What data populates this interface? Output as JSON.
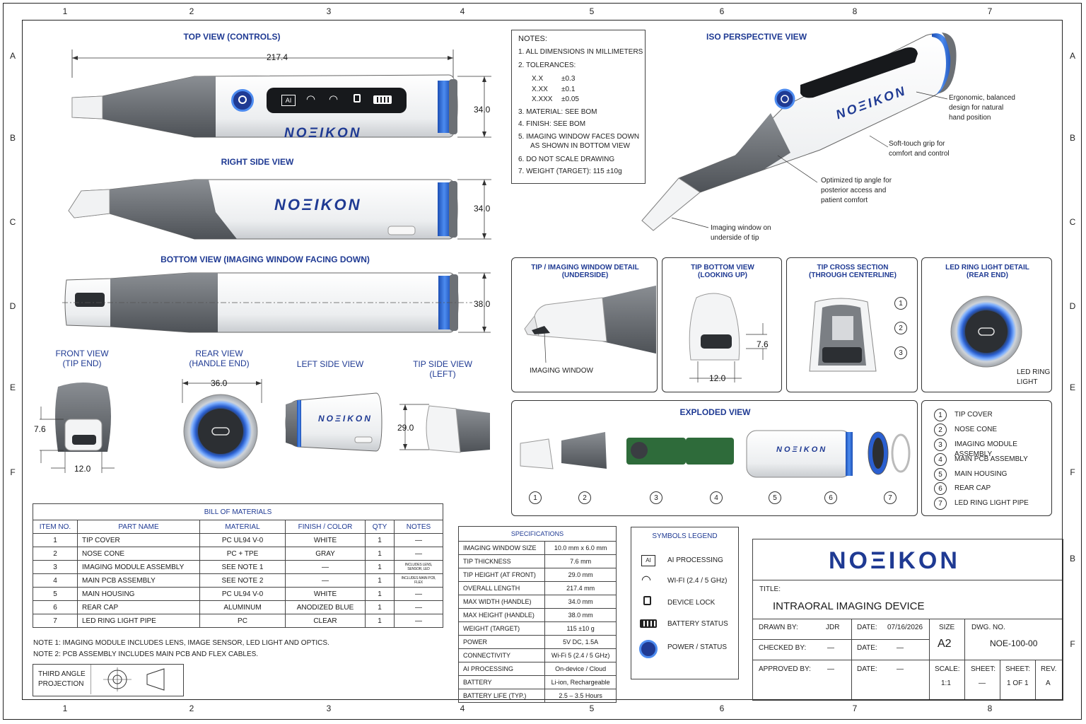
{
  "zones_top": [
    "1",
    "2",
    "3",
    "4",
    "5",
    "6",
    "8",
    "7"
  ],
  "zones_bottom": [
    "1",
    "2",
    "3",
    "4",
    "5",
    "6",
    "7",
    "8"
  ],
  "zones_left": [
    "A",
    "B",
    "C",
    "D",
    "E",
    "F"
  ],
  "zones_right": [
    "A",
    "B",
    "C",
    "D",
    "E",
    "F"
  ],
  "zones_right_lower": [
    "B",
    "F"
  ],
  "brand": "NOΞIKON",
  "views": {
    "top": "TOP VIEW (CONTROLS)",
    "right": "RIGHT SIDE VIEW",
    "bottom": "BOTTOM VIEW (IMAGING WINDOW FACING DOWN)",
    "front_1": "FRONT VIEW",
    "front_2": "(TIP END)",
    "rear_1": "REAR VIEW",
    "rear_2": "(HANDLE END)",
    "left": "LEFT SIDE VIEW",
    "tipside_1": "TIP SIDE VIEW",
    "tipside_2": "(LEFT)",
    "iso": "ISO PERSPECTIVE VIEW"
  },
  "dims": {
    "overall": "217.4",
    "top_h": "34.0",
    "right_h": "34.0",
    "bottom_h": "38.0",
    "front_h": "7.6",
    "front_w": "12.0",
    "rear_w": "36.0",
    "tipside_h": "29.0",
    "tipbottom_h": "7.6",
    "tipbottom_w": "12.0"
  },
  "controls": {
    "ai": "AI"
  },
  "notes": {
    "title": "NOTES:",
    "items": [
      "1.   ALL DIMENSIONS IN MILLIMETERS",
      "2.   TOLERANCES:",
      "3.   MATERIAL: SEE BOM",
      "4.   FINISH: SEE BOM",
      "5.   IMAGING WINDOW FACES DOWN",
      "6.   DO NOT SCALE DRAWING",
      "7.   WEIGHT (TARGET): 115 ±10g"
    ],
    "item5_line2": "AS SHOWN IN BOTTOM VIEW",
    "tolerances": [
      {
        "k": "X.X",
        "v": "±0.3"
      },
      {
        "k": "X.XX",
        "v": "±0.1"
      },
      {
        "k": "X.XXX",
        "v": "±0.05"
      }
    ]
  },
  "iso_callouts": {
    "c1a": "Ergonomic, balanced",
    "c1b": "design for natural",
    "c1c": "hand position",
    "c2a": "Soft-touch grip for",
    "c2b": "comfort and control",
    "c3a": "Optimized tip angle for",
    "c3b": "posterior access and",
    "c3c": "patient comfort",
    "c4a": "Imaging window on",
    "c4b": "underside of tip"
  },
  "details": {
    "tip_detail_1": "TIP / IMAGING WINDOW DETAIL",
    "tip_detail_2": "(UNDERSIDE)",
    "tip_detail_label": "IMAGING WINDOW",
    "tip_bottom_1": "TIP BOTTOM VIEW",
    "tip_bottom_2": "(LOOKING UP)",
    "tip_cross_1": "TIP CROSS SECTION",
    "tip_cross_2": "(THROUGH CENTERLINE)",
    "led_1": "LED RING LIGHT DETAIL",
    "led_2": "(REAR END)",
    "led_label_1": "LED RING",
    "led_label_2": "LIGHT",
    "exploded": "EXPLODED VIEW"
  },
  "cross_nums": [
    "1",
    "2",
    "3"
  ],
  "exploded_nums": [
    "1",
    "2",
    "3",
    "4",
    "5",
    "6",
    "7"
  ],
  "parts_legend": [
    {
      "n": "1",
      "label": "TIP COVER"
    },
    {
      "n": "2",
      "label": "NOSE CONE"
    },
    {
      "n": "3",
      "label": "IMAGING MODULE ASSEMBLY"
    },
    {
      "n": "4",
      "label": "MAIN PCB ASSEMBLY"
    },
    {
      "n": "5",
      "label": "MAIN HOUSING"
    },
    {
      "n": "6",
      "label": "REAR CAP"
    },
    {
      "n": "7",
      "label": "LED RING LIGHT PIPE"
    }
  ],
  "bom": {
    "title": "BILL OF MATERIALS",
    "headers": [
      "ITEM NO.",
      "PART NAME",
      "MATERIAL",
      "FINISH / COLOR",
      "QTY",
      "NOTES"
    ],
    "rows": [
      [
        "1",
        "TIP COVER",
        "PC UL94 V-0",
        "WHITE",
        "1",
        "—"
      ],
      [
        "2",
        "NOSE CONE",
        "PC + TPE",
        "GRAY",
        "1",
        "—"
      ],
      [
        "3",
        "IMAGING MODULE ASSEMBLY",
        "SEE NOTE 1",
        "—",
        "1",
        "INCLUDES LENS, SENSOR, LED"
      ],
      [
        "4",
        "MAIN PCB ASSEMBLY",
        "SEE NOTE 2",
        "—",
        "1",
        "INCLUDES MAIN PCB, FLEX"
      ],
      [
        "5",
        "MAIN HOUSING",
        "PC UL94 V-0",
        "WHITE",
        "1",
        "—"
      ],
      [
        "6",
        "REAR CAP",
        "ALUMINUM",
        "ANODIZED BLUE",
        "1",
        "—"
      ],
      [
        "7",
        "LED RING LIGHT PIPE",
        "PC",
        "CLEAR",
        "1",
        "—"
      ]
    ],
    "note1": "NOTE 1:  IMAGING MODULE INCLUDES LENS, IMAGE SENSOR, LED LIGHT AND OPTICS.",
    "note2": "NOTE 2:  PCB ASSEMBLY INCLUDES MAIN PCB AND FLEX CABLES."
  },
  "projection": {
    "l1": "THIRD ANGLE",
    "l2": "PROJECTION"
  },
  "specs": {
    "title": "SPECIFICATIONS",
    "rows": [
      [
        "IMAGING WINDOW SIZE",
        "10.0 mm x 6.0 mm"
      ],
      [
        "TIP THICKNESS",
        "7.6 mm"
      ],
      [
        "TIP HEIGHT (AT FRONT)",
        "29.0 mm"
      ],
      [
        "OVERALL LENGTH",
        "217.4 mm"
      ],
      [
        "MAX WIDTH (HANDLE)",
        "34.0 mm"
      ],
      [
        "MAX HEIGHT (HANDLE)",
        "38.0 mm"
      ],
      [
        "WEIGHT (TARGET)",
        "115 ±10 g"
      ],
      [
        "POWER",
        "5V DC, 1.5A"
      ],
      [
        "CONNECTIVITY",
        "Wi-Fi 5 (2.4 / 5 GHz)"
      ],
      [
        "AI PROCESSING",
        "On-device / Cloud"
      ],
      [
        "BATTERY",
        "Li-ion, Rechargeable"
      ],
      [
        "BATTERY LIFE (TYP.)",
        "2.5 – 3.5 Hours"
      ]
    ]
  },
  "symbols": {
    "title": "SYMBOLS LEGEND",
    "items": [
      {
        "icon": "ai-icon",
        "label": "AI PROCESSING"
      },
      {
        "icon": "wifi-icon",
        "label": "WI-FI (2.4 / 5 GHz)"
      },
      {
        "icon": "lock-icon",
        "label": "DEVICE LOCK"
      },
      {
        "icon": "battery-icon",
        "label": "BATTERY STATUS"
      },
      {
        "icon": "power-icon",
        "label": "POWER / STATUS"
      }
    ]
  },
  "titleblock": {
    "logo": "NOΞIKON",
    "title_label": "TITLE:",
    "title": "INTRAORAL IMAGING DEVICE",
    "drawn_by_l": "DRAWN BY:",
    "drawn_by": "JDR",
    "checked_by_l": "CHECKED BY:",
    "checked_by": "—",
    "approved_by_l": "APPROVED BY:",
    "approved_by": "—",
    "date_l": "DATE:",
    "date": "07/16/2026",
    "date2": "—",
    "date3": "—",
    "size_l": "SIZE",
    "size": "A2",
    "dwg_l": "DWG. NO.",
    "dwg": "NOE-100-00",
    "scale_l": "SCALE:",
    "scale": "1:1",
    "sheet_l": "SHEET:",
    "sheet": "—",
    "sheet2_l": "SHEET:",
    "sheet2": "1 OF 1",
    "rev_l": "REV.",
    "rev": "A"
  },
  "colors": {
    "blue": "#1f3a93",
    "accent": "#2f6fd6",
    "gray": "#6f7378",
    "white": "#f5f6f7"
  }
}
